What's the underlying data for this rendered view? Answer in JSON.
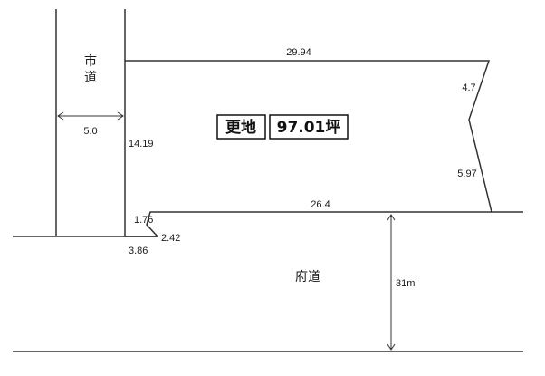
{
  "city_road": {
    "label_line1": "市",
    "label_line2": "道",
    "width": "5.0"
  },
  "prefectural_road": {
    "label": "府道",
    "width": "31m"
  },
  "lot": {
    "type_label": "更地",
    "area": "97.01坪"
  },
  "dimensions": {
    "top": "29.94",
    "right_upper": "4.7",
    "right_lower": "5.97",
    "bottom": "26.4",
    "left": "14.19",
    "corner_a": "1.76",
    "corner_b": "2.42",
    "corner_c": "3.86"
  },
  "colors": {
    "line": "#333333",
    "text": "#1a1a1a",
    "background": "#ffffff"
  }
}
